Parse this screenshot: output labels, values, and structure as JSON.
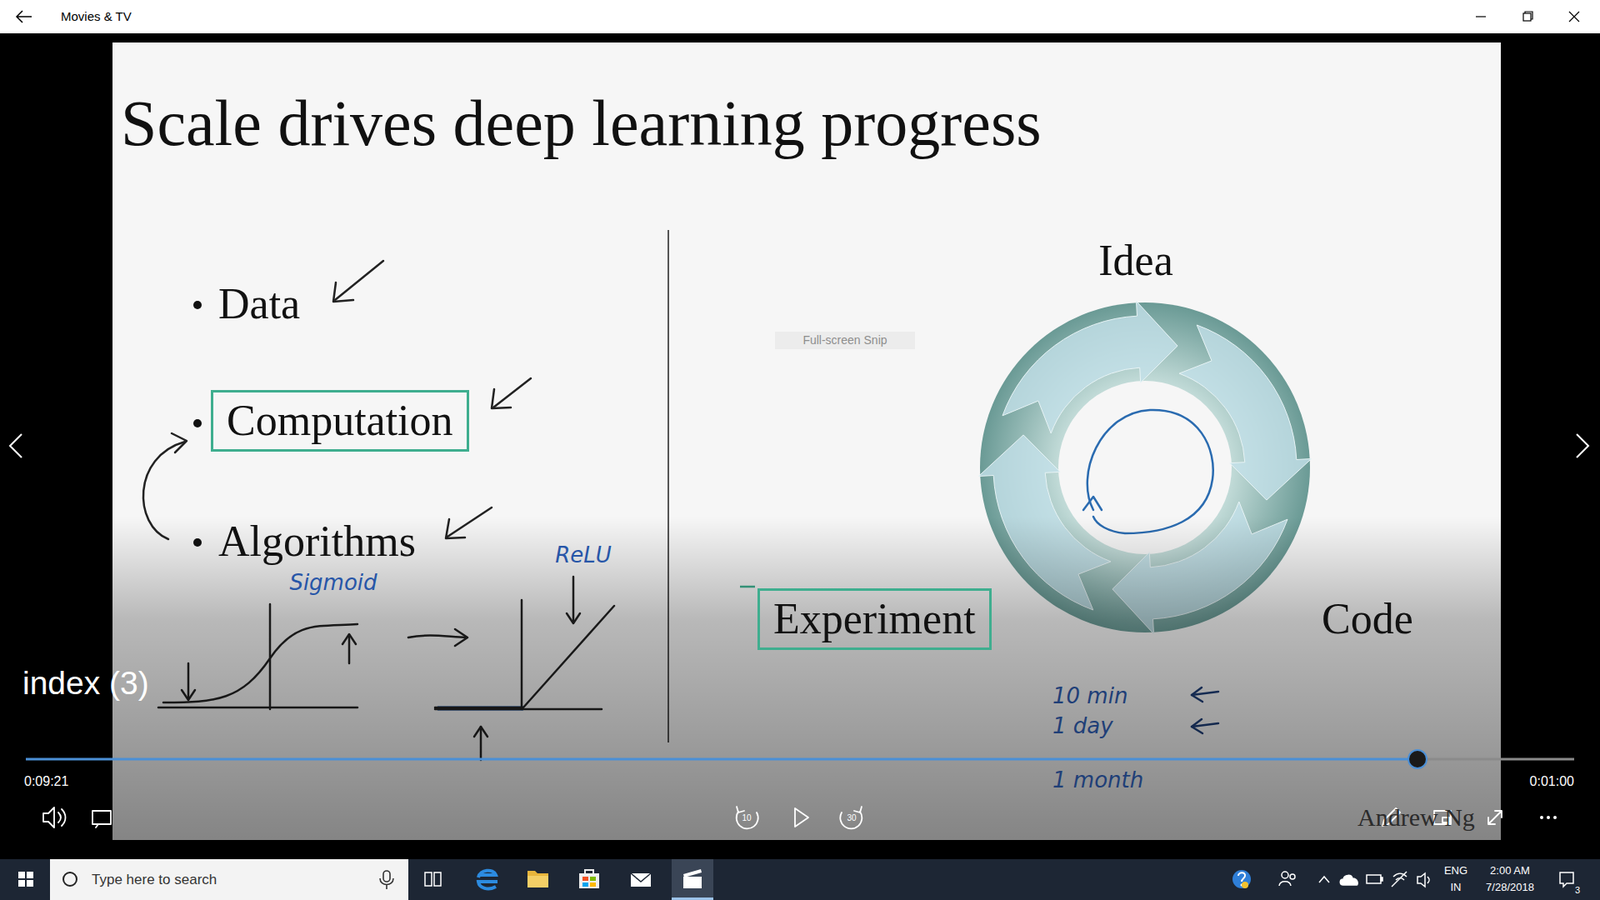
{
  "diagram": {
    "title": "Scale drives deep learning progress",
    "nodes": [
      {
        "text": [
          "Computation"
        ]
      },
      {
        "text": [
          "Experiment"
        ]
      },
      {
        "text": [
          "Type here to search"
        ]
      }
    ],
    "labels": [
      "Movies & TV",
      "Data",
      "Algorithms",
      "Sigmoid",
      "ReLU",
      "Idea",
      "Code",
      "10 min",
      "1 day",
      "1 month",
      "Full-screen Snip",
      "index (3)",
      "0:09:21",
      "0:01:00",
      "10",
      "30",
      "Andrew Ng",
      "ENG",
      "IN",
      "2:00 AM",
      "7/28/2018",
      "3"
    ]
  }
}
